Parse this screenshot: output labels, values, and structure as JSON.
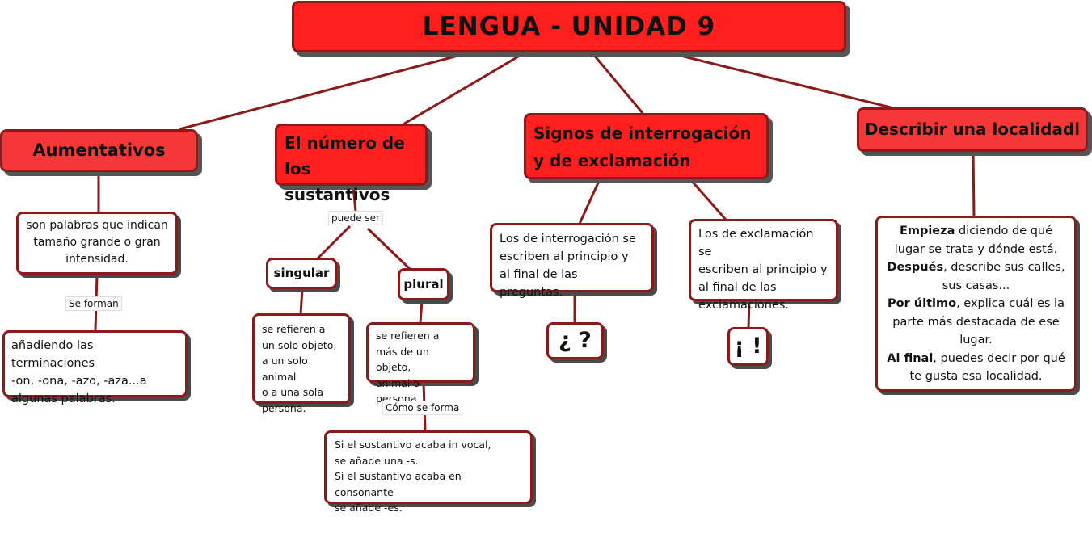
{
  "title": "LENGUA - UNIDAD 9",
  "branches": {
    "aumentativos": {
      "heading": "Aumentativos",
      "definition": [
        "son palabras que indican",
        "tamaño grande o gran",
        "intensidad."
      ],
      "link_label": "Se forman",
      "formation": [
        "añadiendo las terminaciones",
        "-on, -ona, -azo, -aza...a",
        "algunas palabras."
      ]
    },
    "numero": {
      "heading": [
        "El número de",
        "los sustantivos"
      ],
      "link_label": "puede ser",
      "singular": {
        "label": "singular",
        "description": [
          "se refieren a",
          "un solo objeto,",
          "a un solo animal",
          "o a una sola",
          "persona."
        ]
      },
      "plural": {
        "label": "plural",
        "description": [
          "se refieren a",
          "más de un objeto,",
          "animal o persona."
        ],
        "link_label": "Cómo se forma",
        "rule": [
          "Si el sustantivo acaba in vocal,",
          "se añade una -s.",
          "Si el sustantivo acaba en consonante",
          "se añade -es."
        ]
      }
    },
    "signos": {
      "heading": [
        "Signos de interrogación",
        "y de exclamación"
      ],
      "interrogacion": {
        "description": [
          "Los de interrogación se",
          "escriben al principio y",
          "al final de las preguntas."
        ],
        "symbol": "¿ ?"
      },
      "exclamacion": {
        "description": [
          "Los de exclamación se",
          "escriben al principio y",
          "al final de las",
          "exclamaciones."
        ],
        "symbol": "¡ !"
      }
    },
    "localidad": {
      "heading": "Describir una localidadl",
      "steps": [
        {
          "bold": "Empieza",
          "text": " diciendo de qué lugar se trata y dónde está."
        },
        {
          "bold": "Después",
          "text": ", describe sus calles, sus casas..."
        },
        {
          "bold": "Por último",
          "text": ", explica cuál es la parte más destacada de ese lugar."
        },
        {
          "bold": "Al final",
          "text": ", puedes decir por qué te gusta esa localidad."
        }
      ]
    }
  },
  "colors": {
    "node_fill": "#ff1f1f",
    "border": "#8b1a1a",
    "connector": "#8b1a1a",
    "shadow": "#555555"
  }
}
